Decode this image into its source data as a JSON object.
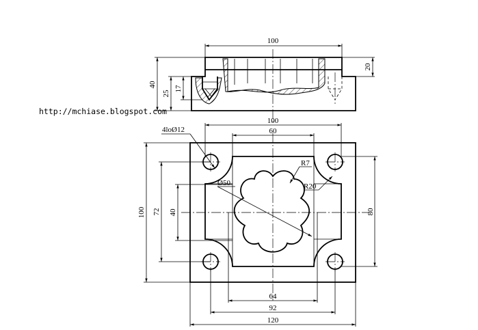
{
  "website": "http://mchiase.blogspot.com",
  "section_view": {
    "dims": {
      "top_width": "100",
      "height_total": "40",
      "height_top": "20",
      "base_height": "25",
      "hole_depth": "17"
    }
  },
  "plan_view": {
    "dims": {
      "outer_width": "120",
      "outer_height": "100",
      "hole_spacing_x": "92",
      "hole_spacing_y": "72",
      "pocket_width": "100",
      "pocket_height": "80",
      "inner_width": "60",
      "inner_bottom": "64",
      "inner_height": "40",
      "hole_note": "4loØ12",
      "flower_dia": "Ø50",
      "fillet_small": "R7",
      "fillet_large": "R20"
    }
  }
}
